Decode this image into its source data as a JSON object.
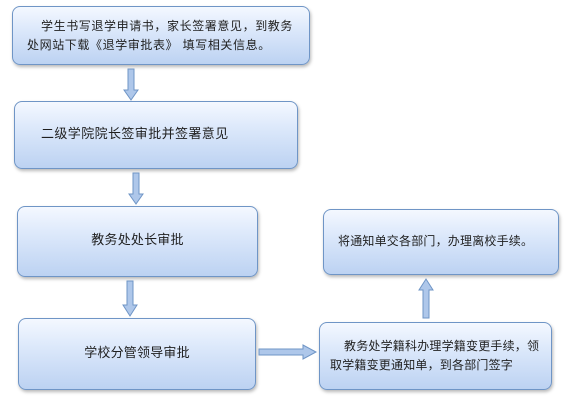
{
  "diagram": {
    "nodes": {
      "step1": {
        "text": "学生书写退学申请书，家长签署意见，到教务处网站下载《退学审批表》 填写相关信息。"
      },
      "step2": {
        "text": "二级学院院长签审批并签署意见"
      },
      "step3": {
        "text": "教务处处长审批"
      },
      "step4": {
        "text": "学校分管领导审批"
      },
      "step5": {
        "text": "教务处学籍科办理学籍变更手续，领取学籍变更通知单，到各部门签字"
      },
      "step6": {
        "text": "将通知单交各部门，办理离校手续。"
      }
    },
    "edges": [
      {
        "from": "step1",
        "to": "step2"
      },
      {
        "from": "step2",
        "to": "step3"
      },
      {
        "from": "step3",
        "to": "step4"
      },
      {
        "from": "step4",
        "to": "step5"
      },
      {
        "from": "step5",
        "to": "step6"
      }
    ],
    "colors": {
      "box_border": "#6f95c6",
      "box_fill_top": "#f4f8ff",
      "box_fill_bottom": "#bcd2f2",
      "arrow_fill": "#aec7ea",
      "arrow_stroke": "#6f95c6"
    }
  }
}
